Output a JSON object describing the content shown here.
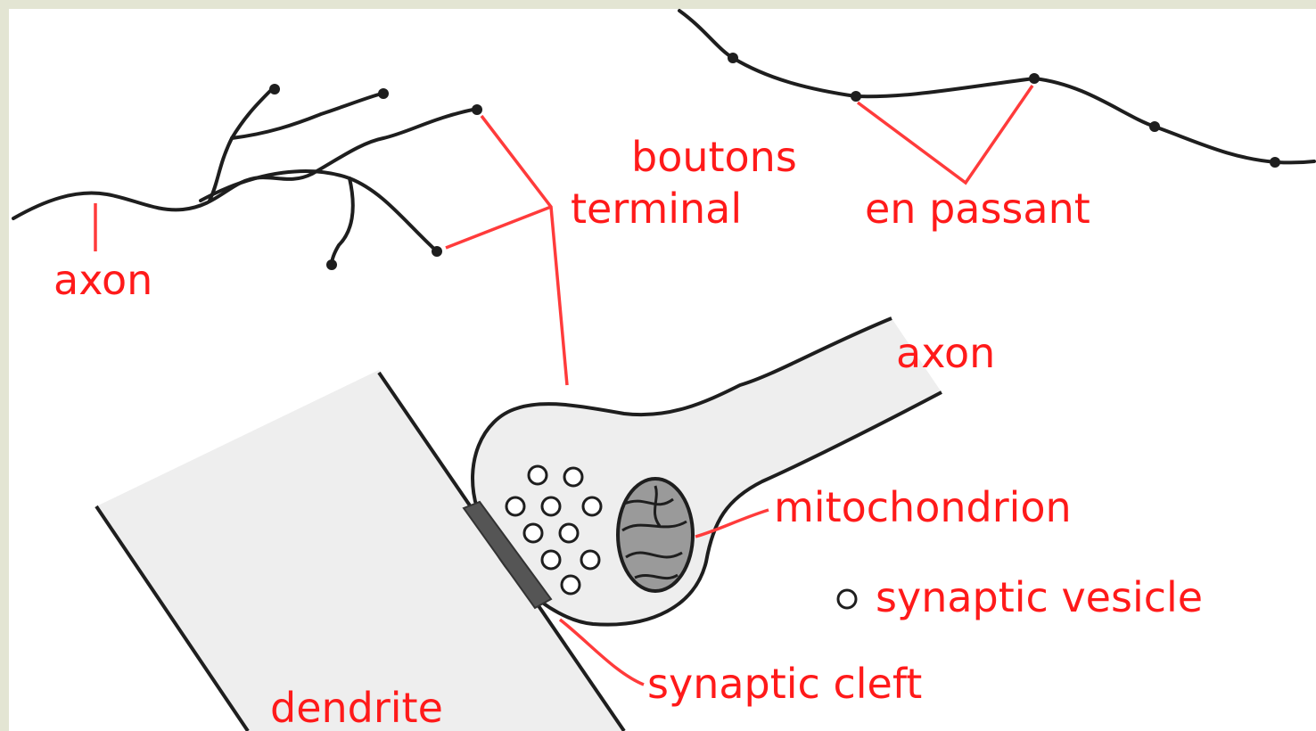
{
  "labels": {
    "axon_top": "axon",
    "boutons": "boutons",
    "terminal": "terminal",
    "en_passant": "en passant",
    "axon_bottom": "axon",
    "mitochondrion": "mitochondrion",
    "synaptic_vesicle": "synaptic vesicle",
    "synaptic_cleft": "synaptic cleft",
    "dendrite": "dendrite"
  },
  "colors": {
    "label": "#ff1a1a",
    "leader_line": "#ff3b3b",
    "outline": "#1e1e1e",
    "membrane_fill": "#eeeeee",
    "mitochondrion_fill": "#9a9a9a",
    "cleft_density": "#555555",
    "background": "#ffffff"
  }
}
